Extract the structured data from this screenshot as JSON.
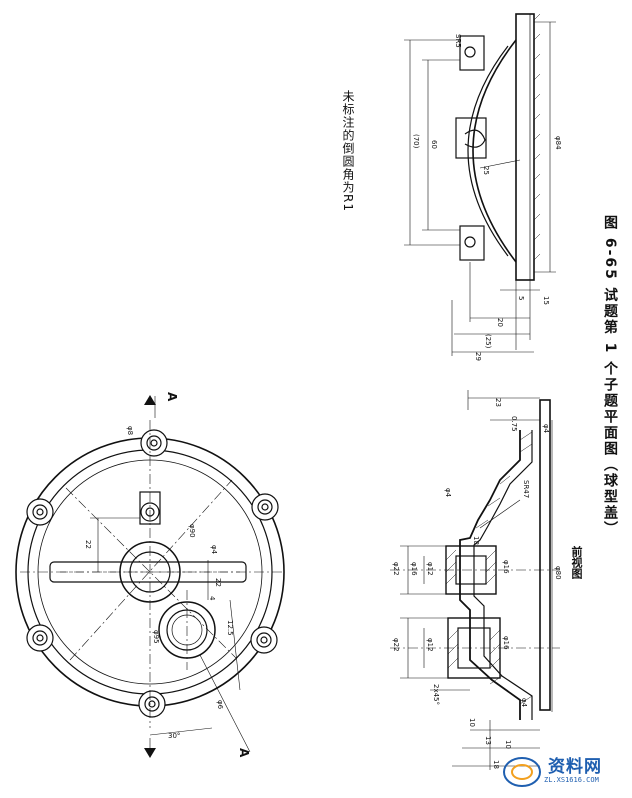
{
  "note": "未标注的倒圆角为R1",
  "caption": "图 6-65   试题第 1 个子题平面图（球型盖）",
  "front_view_label": "前视图",
  "section_marks": [
    "A",
    "A"
  ],
  "watermark": {
    "brand": "资料网",
    "url": "ZL.XS1616.COM",
    "accent": "#1f5fb0"
  },
  "plan_view_dims": [
    "φ8",
    "φ90",
    "φ95",
    "φ4",
    "22",
    "22",
    "12.5",
    "4",
    "φ6",
    "30°"
  ],
  "side_view_dims": [
    "φ84",
    "60",
    "(70)",
    "25",
    "5",
    "15",
    "20",
    "(25)",
    "29",
    "SR5"
  ],
  "front_view_dims": [
    "φ22",
    "φ16",
    "φ12",
    "φ22",
    "φ12",
    "φ16",
    "φ16",
    "φ80",
    "18",
    "23",
    "0.75",
    "φ4",
    "φ4",
    "SR47",
    "2x45°",
    "13",
    "10",
    "18",
    "10",
    "φ4"
  ]
}
